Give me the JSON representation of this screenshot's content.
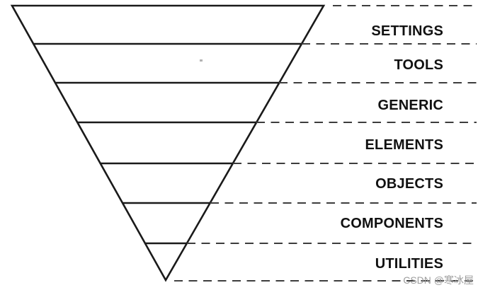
{
  "diagram": {
    "name": "inverted-triangle-css-architecture",
    "type": "inverted-triangle",
    "layers": [
      {
        "label": "SETTINGS"
      },
      {
        "label": "TOOLS"
      },
      {
        "label": "GENERIC"
      },
      {
        "label": "ELEMENTS"
      },
      {
        "label": "OBJECTS"
      },
      {
        "label": "COMPONENTS"
      },
      {
        "label": "UTILITIES"
      }
    ],
    "colors": {
      "triangle_line": "#1a1a1a",
      "dashed_line": "#3d3d3d",
      "label_text": "#111111",
      "watermark_text": "#9e9e9e",
      "background": "#ffffff"
    }
  },
  "watermark": {
    "text": "CSDN @寒冰屋"
  }
}
